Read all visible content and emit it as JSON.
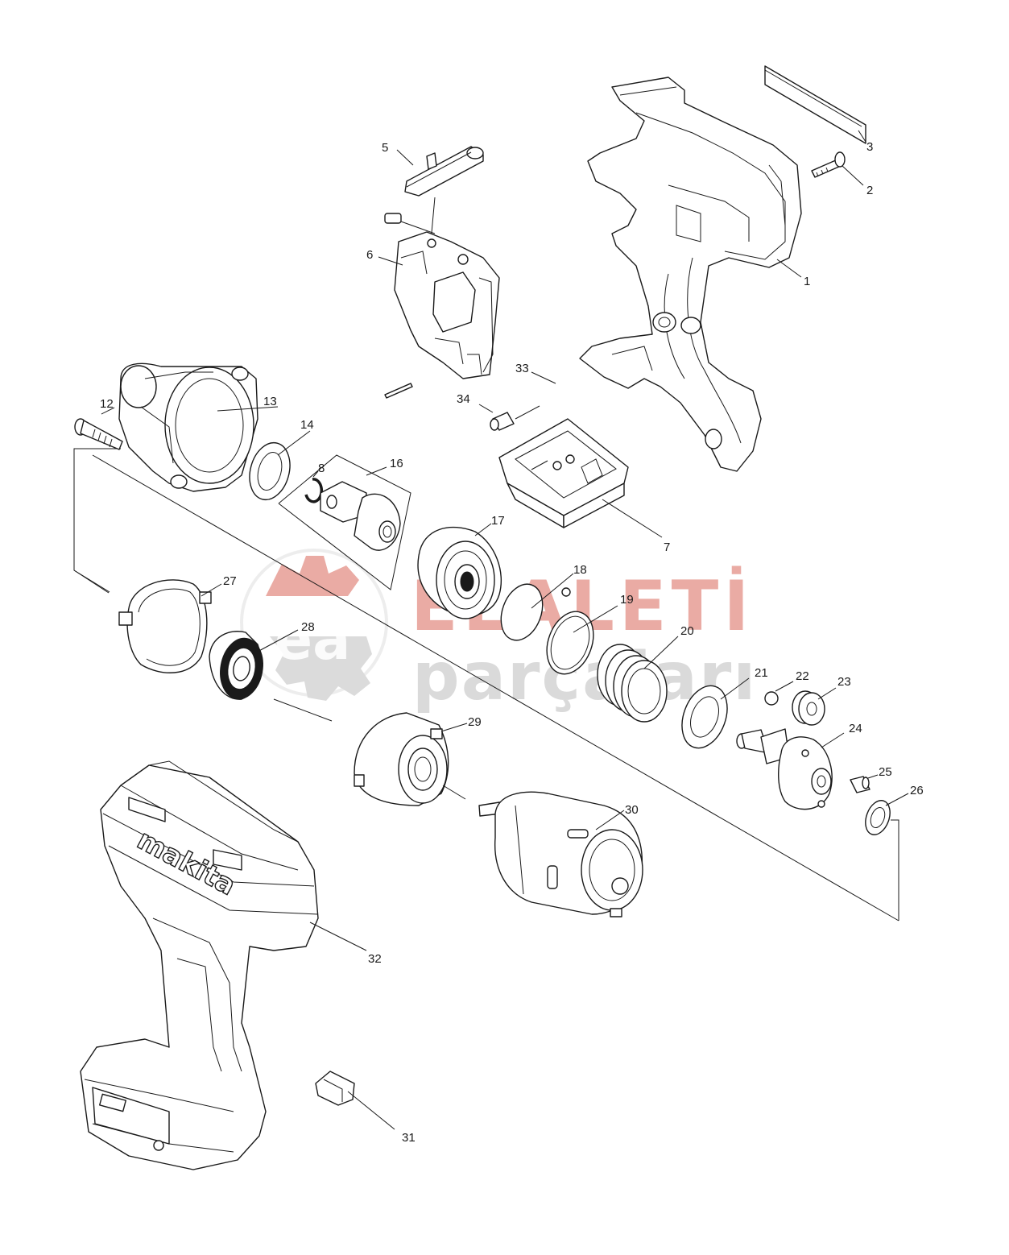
{
  "watermark": {
    "brand_line1": "ELALETİ",
    "brand_line2": "parçaları",
    "logo_monogram": "ea",
    "colors": {
      "red": "#e8a39b",
      "gray": "#d4d4d4"
    }
  },
  "callouts": [
    "1",
    "2",
    "3",
    "5",
    "6",
    "7",
    "8",
    "12",
    "13",
    "14",
    "16",
    "17",
    "18",
    "19",
    "20",
    "21",
    "22",
    "23",
    "24",
    "25",
    "26",
    "27",
    "28",
    "29",
    "30",
    "31",
    "32",
    "33",
    "34"
  ],
  "tool_logo_text": "makita"
}
